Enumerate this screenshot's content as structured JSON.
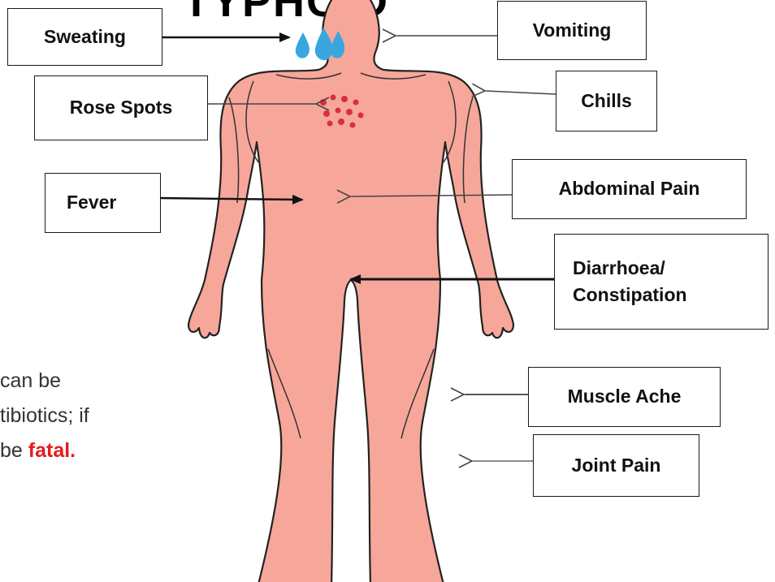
{
  "title": "TYPHOID",
  "labels": {
    "sweating": "Sweating",
    "vomiting": "Vomiting",
    "rose_spots": "Rose Spots",
    "chills": "Chills",
    "fever": "Fever",
    "abdominal_pain": "Abdominal Pain",
    "diarrhoea_line1": "Diarrhoea/",
    "diarrhoea_line2": "Constipation",
    "muscle_ache": "Muscle Ache",
    "joint_pain": "Joint Pain"
  },
  "side_text": {
    "line1": "can be",
    "line2": "tibiotics; if",
    "line3_prefix": "be ",
    "line3_emphasis": "fatal."
  },
  "colors": {
    "skin": "#f7a79a",
    "outline": "#222222",
    "sweat": "#39a6e0",
    "spots": "#d6303c",
    "fatal": "#e8191c"
  }
}
